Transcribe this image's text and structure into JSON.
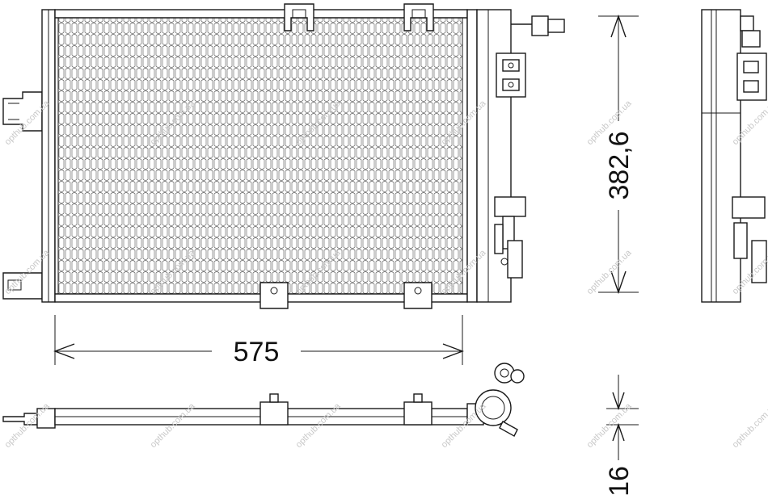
{
  "dimensions": {
    "width_label": "575",
    "height_label": "382,6",
    "thickness_label": "16"
  },
  "watermark": {
    "text": "opthub.com.ua"
  },
  "colors": {
    "line": "#1a1a1a",
    "watermark": "#c8c8c8",
    "background": "#ffffff"
  }
}
